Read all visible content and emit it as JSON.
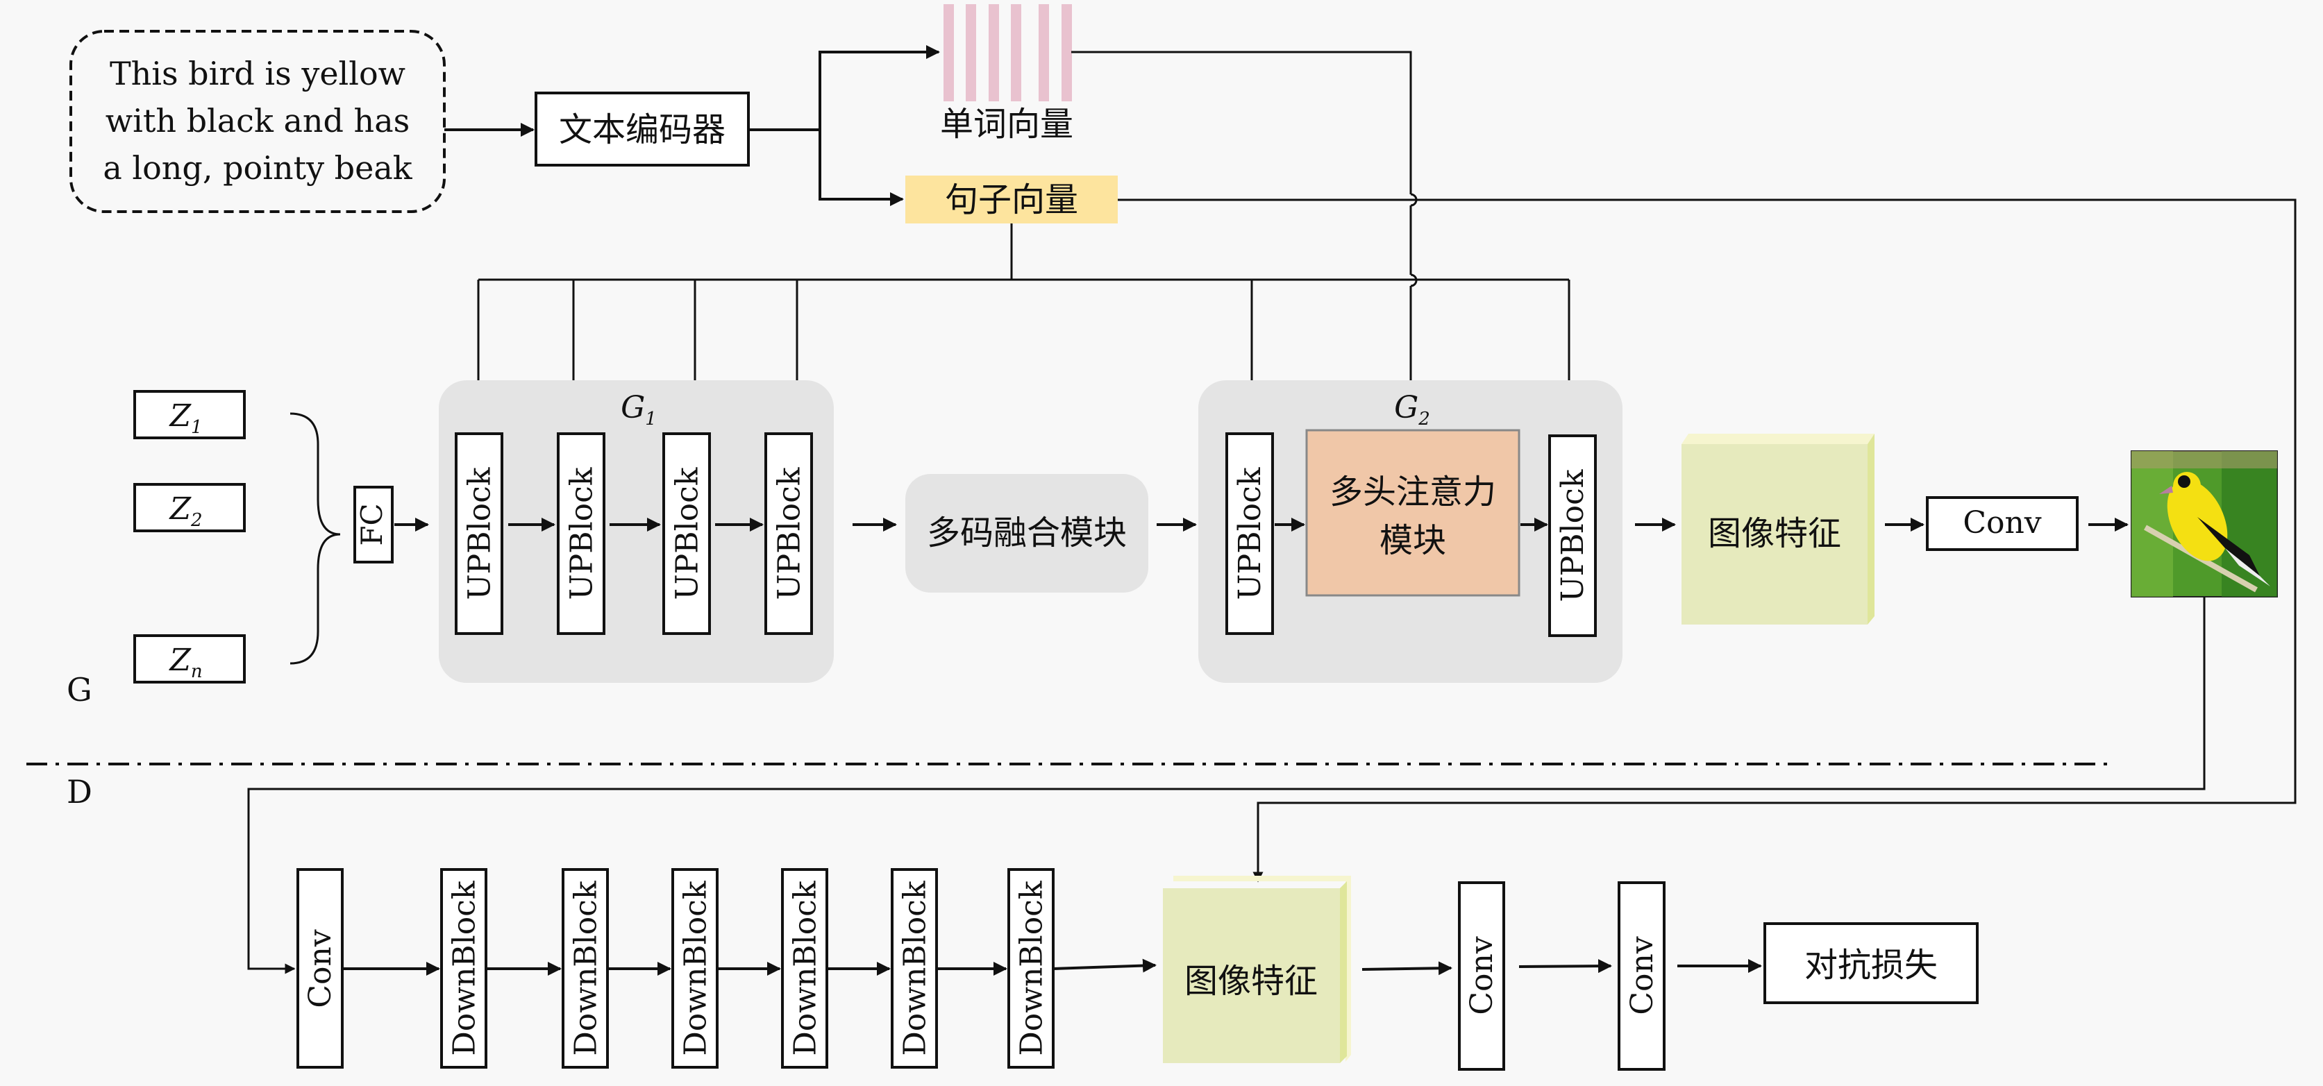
{
  "input_text": {
    "lines": [
      "This bird is yellow",
      "with black and has",
      "a long, pointy beak"
    ]
  },
  "text_encoder": {
    "label": "文本编码器"
  },
  "word_vectors": {
    "label": "单词向量",
    "count": 6,
    "color": "#e9c2cf"
  },
  "sentence_vector": {
    "label": "句子向量",
    "color": "#fde49e"
  },
  "generator": {
    "section_label": "G",
    "noise_inputs": [
      {
        "base": "Z",
        "sub": "1"
      },
      {
        "base": "Z",
        "sub": "2"
      },
      {
        "base": "Z",
        "sub": "n"
      }
    ],
    "fc_label": "FC",
    "g1": {
      "base": "G",
      "sub": "1",
      "blocks": [
        "UPBlock",
        "UPBlock",
        "UPBlock",
        "UPBlock"
      ]
    },
    "fusion_module": {
      "label": "多码融合模块"
    },
    "g2": {
      "base": "G",
      "sub": "2",
      "blocks": [
        "UPBlock",
        "UPBlock"
      ],
      "attention": {
        "line1": "多头注意力",
        "line2": "模块",
        "color": "#f0c7a8"
      }
    },
    "image_feature": {
      "label": "图像特征",
      "color": "#e6eabd"
    },
    "conv": {
      "label": "Conv"
    },
    "output_image": {
      "alt": "generated-bird-image"
    }
  },
  "discriminator": {
    "section_label": "D",
    "conv_in": {
      "label": "Conv"
    },
    "down_blocks": [
      "DownBlock",
      "DownBlock",
      "DownBlock",
      "DownBlock",
      "DownBlock",
      "DownBlock"
    ],
    "image_feature": {
      "label": "图像特征",
      "color": "#e6eabd"
    },
    "convs": [
      "Conv",
      "Conv"
    ],
    "loss": {
      "label": "对抗损失"
    }
  },
  "colors": {
    "panel": "#e4e4e4",
    "line": "#111111",
    "background": "#f8f8f8"
  }
}
